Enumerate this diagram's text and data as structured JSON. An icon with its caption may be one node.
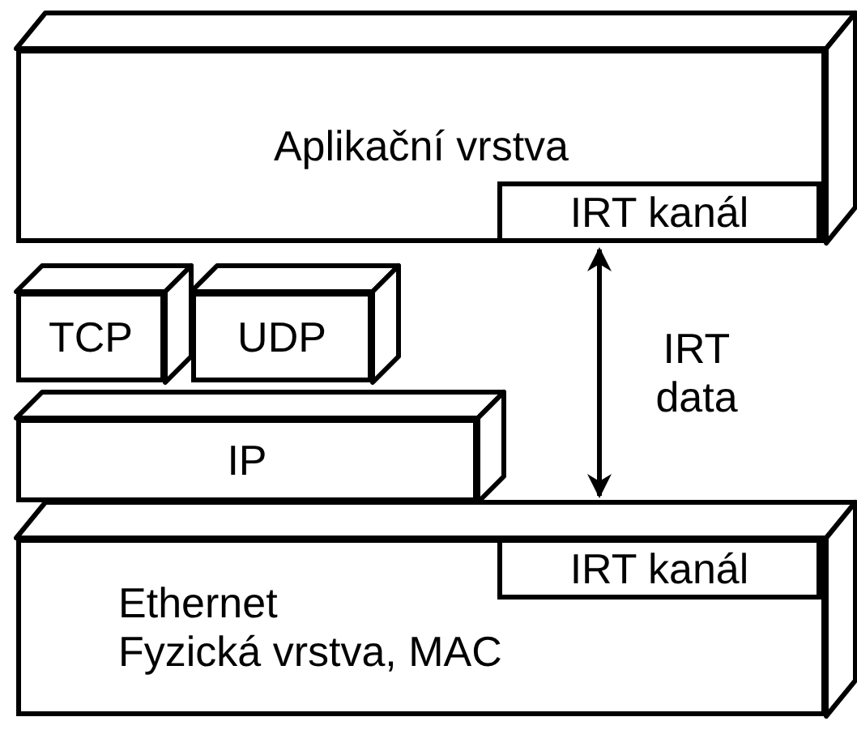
{
  "diagram": {
    "nodes": [
      {
        "text": [
          "Aplikační vrstva"
        ]
      },
      {
        "text": [
          "IRT kanál"
        ],
        "in": 0
      },
      {
        "text": [
          "TCP"
        ]
      },
      {
        "text": [
          "UDP"
        ]
      },
      {
        "text": [
          "IP"
        ]
      },
      {
        "text": [
          "Ethernet",
          "Fyzická vrstva, MAC"
        ]
      },
      {
        "text": [
          "IRT kanál"
        ],
        "in": 5
      }
    ],
    "edges": [
      {
        "from": 1,
        "to": 6,
        "arrow": "both",
        "label": "IRT data"
      }
    ]
  }
}
